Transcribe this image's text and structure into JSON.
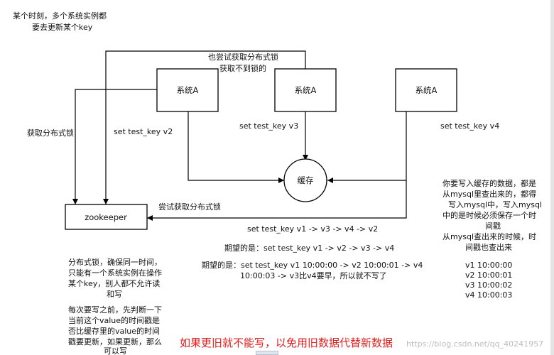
{
  "nodes": {
    "system_a_1": {
      "label": "系统A"
    },
    "system_a_2": {
      "label": "系统A"
    },
    "system_a_3": {
      "label": "系统A"
    },
    "cache": {
      "label": "缓存"
    },
    "zookeeper": {
      "label": "zookeeper"
    }
  },
  "edges": {
    "acquire_lock": "获取分布式锁",
    "set_v2": "set test_key v2",
    "set_v3": "set test_key v3",
    "set_v4": "set test_key v4",
    "try_lock": "尝试获取分布式锁",
    "also_try_lock": [
      "也尝试获取分布式锁",
      "获取不到锁的"
    ]
  },
  "notes": {
    "top_left": [
      "某个时刻，多个系统实例都",
      "要去更新某个key"
    ],
    "sequence_actual": "set test_key v1 -> v3 -> v4 -> v2",
    "sequence_expected": "期望的是：set test_key v1 -> v2 -> v3 -> v4",
    "sequence_timestamp": [
      "期望的是：set test_key v1 10:00:00 -> v2 10:00:01 -> v4",
      "10:00:03 -> v3比v4要早，所以就不写了"
    ],
    "lock_explain": [
      "分布式锁，确保同一时间，",
      "只能有一个系统实例在操作",
      "某个key，别人都不允许读",
      "和写"
    ],
    "timestamp_explain": [
      "每次要写之前，先判断一下",
      "当前这个value的时间戳是",
      "否比缓存里的value的时间",
      "戳要更新，如果更新，那么",
      "可以写"
    ],
    "mysql_explain": [
      "你要写入缓存的数据，都是",
      "从mysql里查出来的，都得",
      "写入mysql中，写入mysql",
      "中的是时候必须保存一个时",
      "间戳"
    ],
    "mysql_timestamp": [
      "从mysql查出来的时候，时",
      "间戳也查出来"
    ],
    "versions": [
      "v1 10:00:00",
      "v2 10:00:01",
      "v3 10:00:02",
      "v4 10:00:03"
    ],
    "red_footer": "如果更旧就不能写，以免用旧数据代替新数据"
  },
  "watermark": "https://blog.csdn.net/qq_40241957",
  "colors": {
    "line": "#000000",
    "footer_red": "#e02020",
    "watermark": "#bdbdbd"
  }
}
